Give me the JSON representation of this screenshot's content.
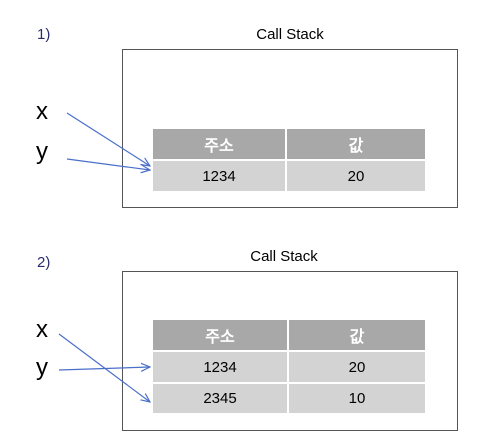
{
  "diagrams": [
    {
      "step": "1)",
      "title": "Call Stack",
      "variables": [
        "x",
        "y"
      ],
      "headers": [
        "주소",
        "값"
      ],
      "rows": [
        {
          "address": "1234",
          "value": "20"
        }
      ]
    },
    {
      "step": "2)",
      "title": "Call Stack",
      "variables": [
        "x",
        "y"
      ],
      "headers": [
        "주소",
        "값"
      ],
      "rows": [
        {
          "address": "1234",
          "value": "20"
        },
        {
          "address": "2345",
          "value": "10"
        }
      ]
    }
  ],
  "colors": {
    "arrow": "#4a6fc9",
    "header_bg": "#a8a8a8",
    "cell_bg": "#d3d3d3",
    "frame_border": "#555555"
  }
}
